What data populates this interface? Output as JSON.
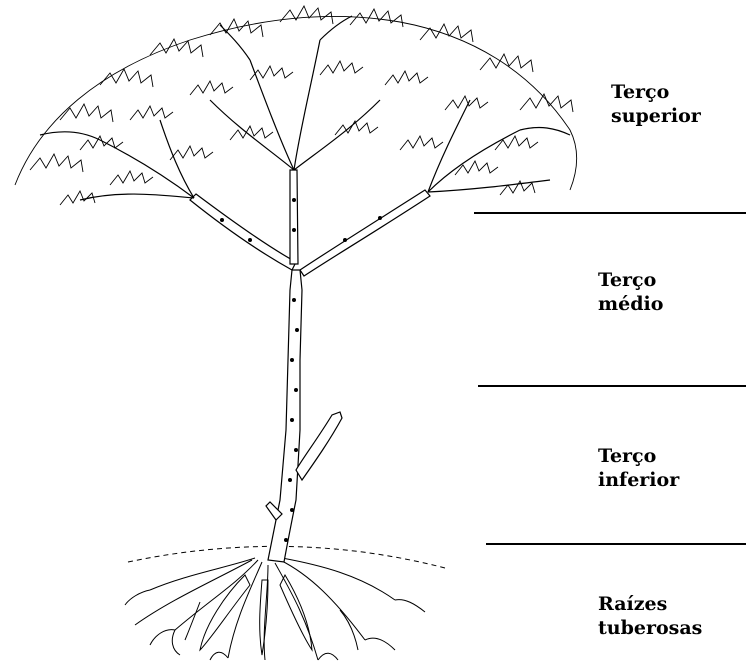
{
  "labels": {
    "upper_third": "Terço\nsuperior",
    "middle_third": "Terço\nmédio",
    "lower_third": "Terço\ninferior",
    "tuberous_roots": "Raízes\ntuberosas"
  },
  "colors": {
    "ink": "#000000",
    "background": "#ffffff"
  }
}
